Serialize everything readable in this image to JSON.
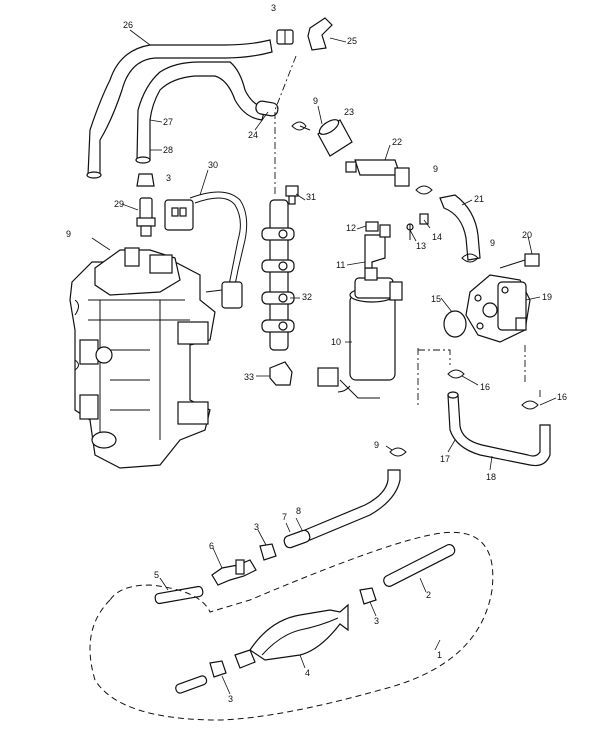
{
  "callouts": [
    {
      "id": "c1",
      "text": "1"
    },
    {
      "id": "c2",
      "text": "2"
    },
    {
      "id": "c3a",
      "text": "3"
    },
    {
      "id": "c3b",
      "text": "3"
    },
    {
      "id": "c3c",
      "text": "3"
    },
    {
      "id": "c3d",
      "text": "3"
    },
    {
      "id": "c3e",
      "text": "3"
    },
    {
      "id": "c4",
      "text": "4"
    },
    {
      "id": "c5",
      "text": "5"
    },
    {
      "id": "c6",
      "text": "6"
    },
    {
      "id": "c7",
      "text": "7"
    },
    {
      "id": "c8",
      "text": "8"
    },
    {
      "id": "c9a",
      "text": "9"
    },
    {
      "id": "c9b",
      "text": "9"
    },
    {
      "id": "c9c",
      "text": "9"
    },
    {
      "id": "c9d",
      "text": "9"
    },
    {
      "id": "c9e",
      "text": "9"
    },
    {
      "id": "c10",
      "text": "10"
    },
    {
      "id": "c11",
      "text": "11"
    },
    {
      "id": "c12",
      "text": "12"
    },
    {
      "id": "c13",
      "text": "13"
    },
    {
      "id": "c14",
      "text": "14"
    },
    {
      "id": "c15",
      "text": "15"
    },
    {
      "id": "c16a",
      "text": "16"
    },
    {
      "id": "c16b",
      "text": "16"
    },
    {
      "id": "c17",
      "text": "17"
    },
    {
      "id": "c18",
      "text": "18"
    },
    {
      "id": "c19",
      "text": "19"
    },
    {
      "id": "c20",
      "text": "20"
    },
    {
      "id": "c21",
      "text": "21"
    },
    {
      "id": "c22",
      "text": "22"
    },
    {
      "id": "c23",
      "text": "23"
    },
    {
      "id": "c24",
      "text": "24"
    },
    {
      "id": "c25",
      "text": "25"
    },
    {
      "id": "c26",
      "text": "26"
    },
    {
      "id": "c27",
      "text": "27"
    },
    {
      "id": "c28",
      "text": "28"
    },
    {
      "id": "c29",
      "text": "29"
    },
    {
      "id": "c30",
      "text": "30"
    },
    {
      "id": "c31",
      "text": "31"
    },
    {
      "id": "c32",
      "text": "32"
    },
    {
      "id": "c33",
      "text": "33"
    }
  ]
}
